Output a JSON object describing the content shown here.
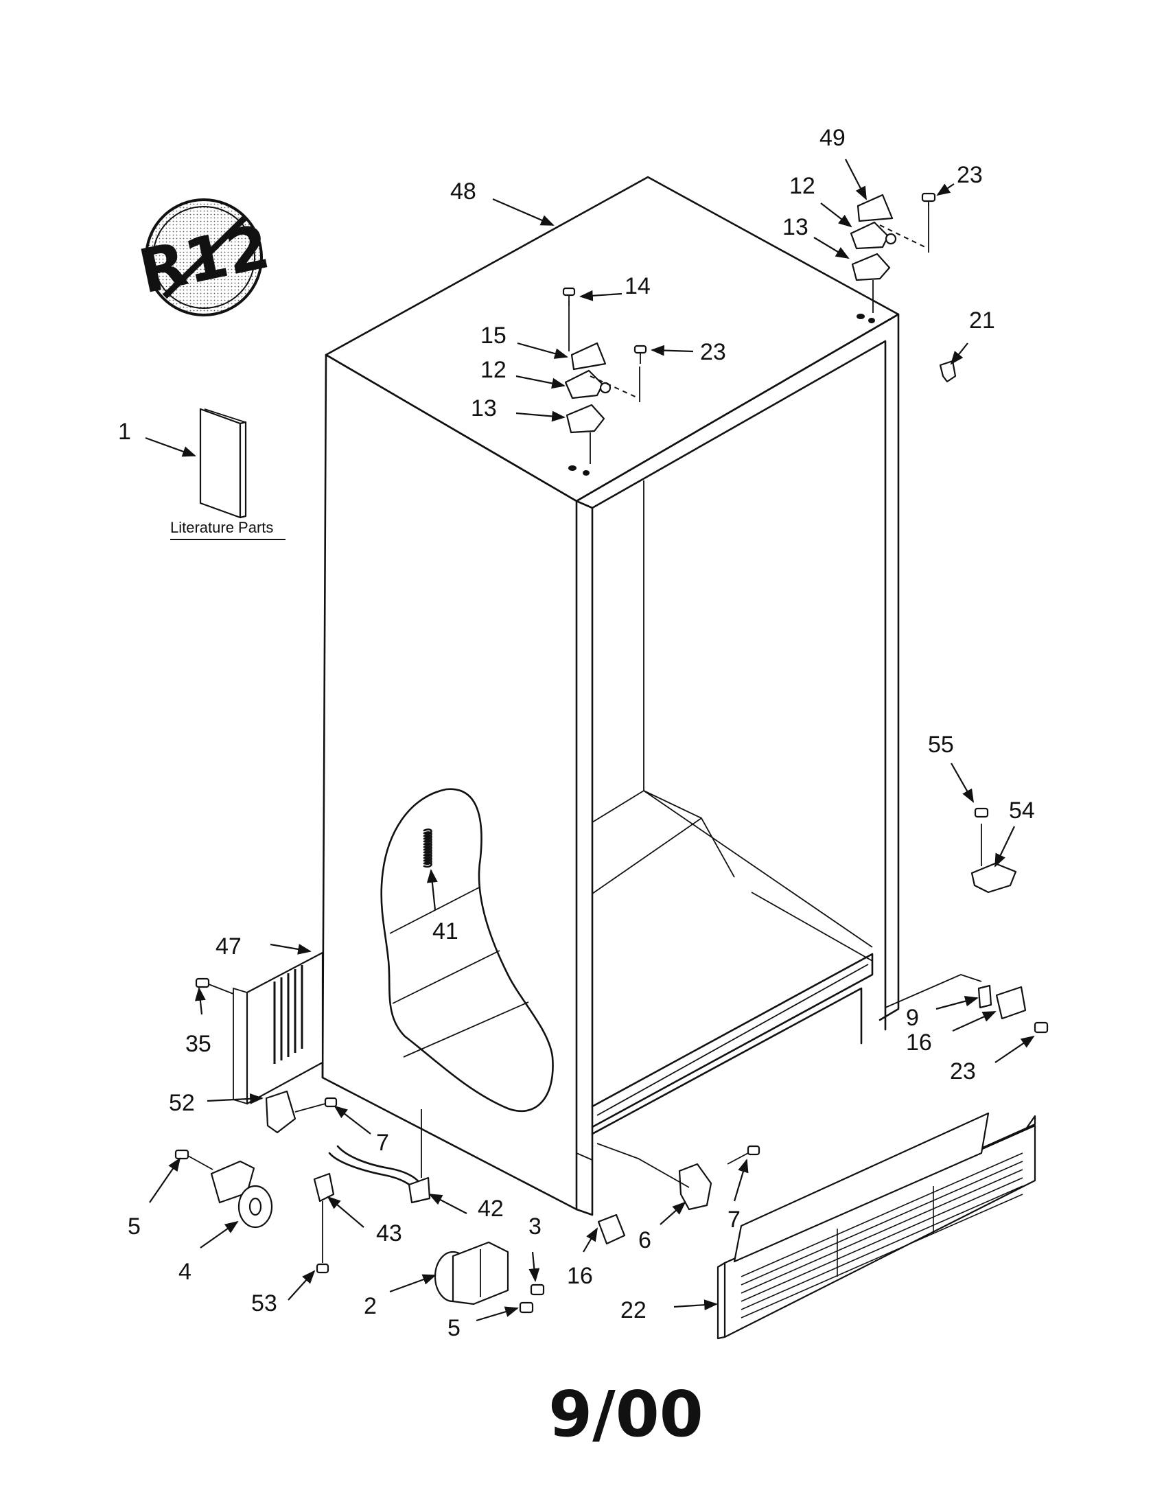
{
  "diagram": {
    "literature_label": "Literature Parts",
    "badge_text": "R12",
    "footer_date": "9/00",
    "callouts": {
      "c1": "1",
      "c2": "2",
      "c3": "3",
      "c4": "4",
      "c5a": "5",
      "c5b": "5",
      "c6": "6",
      "c7a": "7",
      "c7b": "7",
      "c9": "9",
      "c12a": "12",
      "c12b": "12",
      "c13a": "13",
      "c13b": "13",
      "c14": "14",
      "c15": "15",
      "c16a": "16",
      "c16b": "16",
      "c21": "21",
      "c22": "22",
      "c23a": "23",
      "c23b": "23",
      "c23c": "23",
      "c35": "35",
      "c41": "41",
      "c42": "42",
      "c43": "43",
      "c47": "47",
      "c48": "48",
      "c49": "49",
      "c52": "52",
      "c53": "53",
      "c54": "54",
      "c55": "55"
    }
  }
}
